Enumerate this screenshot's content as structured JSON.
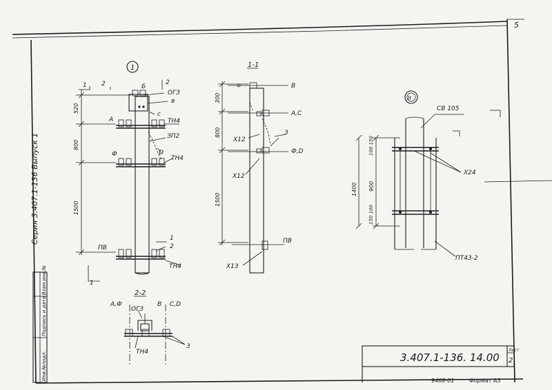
{
  "page_number": "5",
  "series_vertical": "Серия 3.407.1-136 Выпуск 1",
  "stamp_columns": [
    "Инв.№подл.",
    "Подпись и дата",
    "Взам.инв.№"
  ],
  "drawing_code": "3.407.1-136. 14.00",
  "sheet_label": "Лист",
  "sheet_number": "2",
  "format_note": "Формат А3",
  "inv_note": "9468-01",
  "view1": {
    "marker": "1",
    "section_mark_1": "1",
    "section_mark_2": "2",
    "section_mark_2b": "2",
    "section_mark_1b": "1",
    "label_b": "Б",
    "label_ogz": "ОГЗ",
    "label_v": "в",
    "label_a": "А",
    "label_c": "с",
    "label_tn4_a": "ТН4",
    "label_zp2": "ЗП2",
    "label_f": "Ф",
    "label_d": "D",
    "label_tn4_b": "ТН4",
    "label_pv": "ПВ",
    "label_frac_num": "1",
    "label_frac_den": "2",
    "label_tn4_c": "ТН4",
    "dim_520": "520",
    "dim_800": "800",
    "dim_1500": "1500"
  },
  "view11": {
    "title": "1-1",
    "label_b": "В",
    "label_ac": "А,С",
    "label_3": "3",
    "label_fd": "Ф,D",
    "label_x12a": "Х12",
    "label_x12b": "Х12",
    "label_pv": "ПВ",
    "label_x13": "Х13",
    "dim_300": "300",
    "dim_800": "800",
    "dim_1500": "1500"
  },
  "view22": {
    "title": "2-2",
    "label_af": "А,Ф",
    "label_ogz": "ОГЗ",
    "label_b": "В",
    "label_cd": "С,D",
    "label_tn4": "ТН4",
    "label_3": "3"
  },
  "view2": {
    "marker": "II",
    "label_sv": "СВ 105",
    "label_x24": "Х24",
    "label_pt": "ПТ43-2",
    "dim_100_150": "100 150",
    "dim_900": "900",
    "dim_150_100": "150 100",
    "dim_1400": "1400"
  }
}
